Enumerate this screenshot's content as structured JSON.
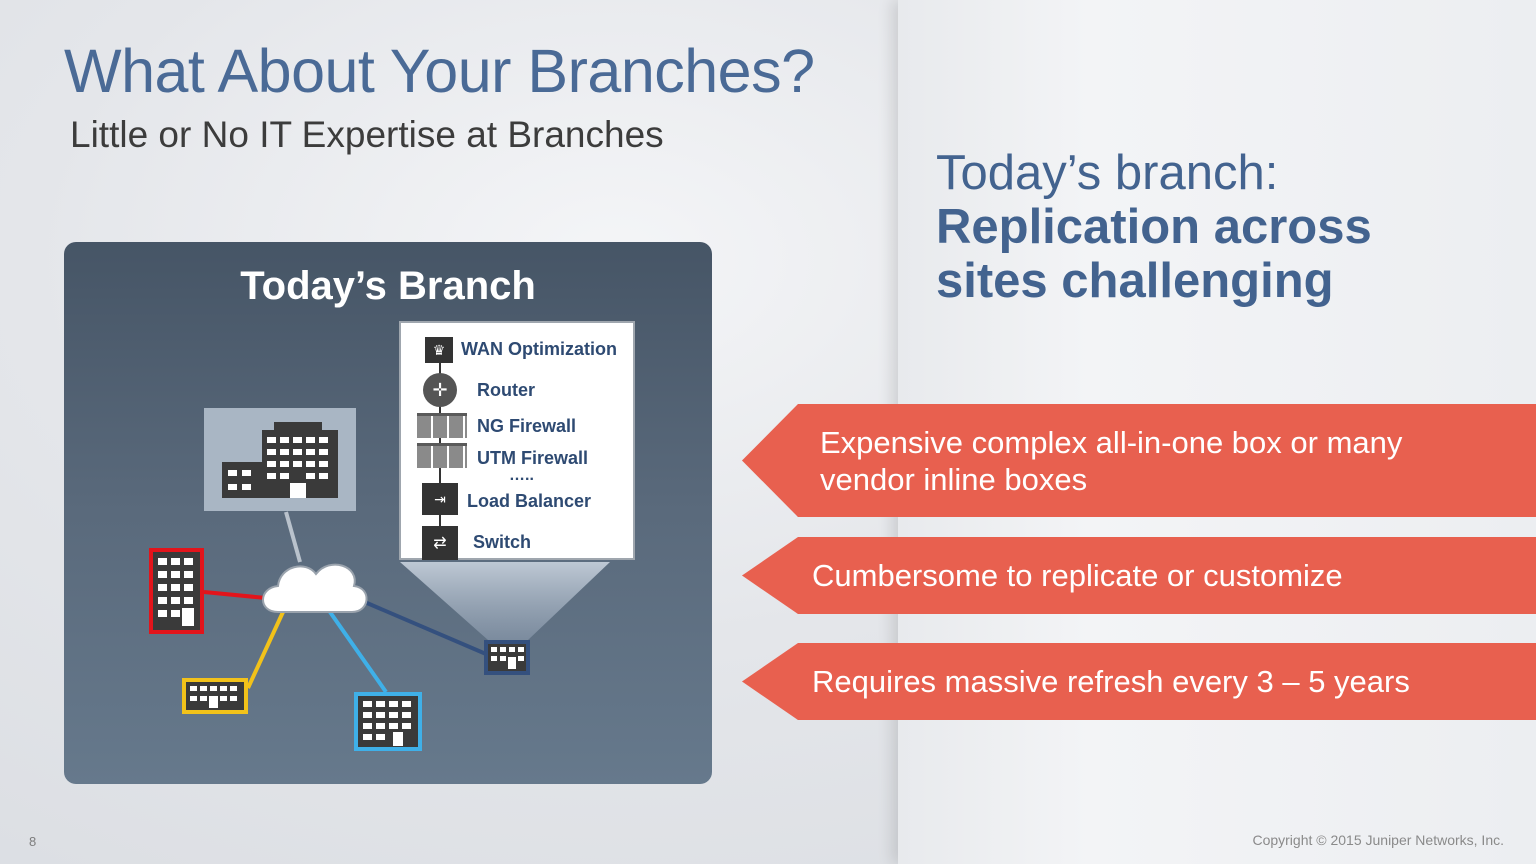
{
  "slide": {
    "title": "What About Your Branches?",
    "subtitle": "Little or No IT Expertise at Branches",
    "page_number": "8",
    "copyright": "Copyright © 2015 Juniper Networks, Inc."
  },
  "headline": {
    "line1": "Today’s branch:",
    "line2": "Replication across",
    "line3": "sites challenging"
  },
  "panel": {
    "title": "Today’s Branch",
    "stack": [
      {
        "label": "WAN Optimization",
        "icon": "wan-optimization-icon"
      },
      {
        "label": "Router",
        "icon": "router-icon"
      },
      {
        "label": "NG Firewall",
        "icon": "firewall-icon"
      },
      {
        "label": "UTM Firewall",
        "icon": "firewall-icon"
      },
      {
        "label": "…..",
        "icon": ""
      },
      {
        "label": "Load Balancer",
        "icon": "load-balancer-icon"
      },
      {
        "label": "Switch",
        "icon": "switch-icon"
      }
    ],
    "site_colors": {
      "headquarters": "#a9b6c4",
      "red_branch": "#e2141b",
      "yellow_branch": "#f2c21a",
      "blue_branch": "#3fb0e8",
      "navy_branch": "#34507e"
    }
  },
  "challenges": [
    {
      "line1": "Expensive complex all-in-one box or many",
      "line2": "vendor inline boxes"
    },
    {
      "line1": "Cumbersome to replicate or customize"
    },
    {
      "line1": "Requires massive refresh every 3 – 5 years"
    }
  ],
  "colors": {
    "title": "#4a6a96",
    "banner": "#e8604f",
    "panel": "#56677a"
  }
}
